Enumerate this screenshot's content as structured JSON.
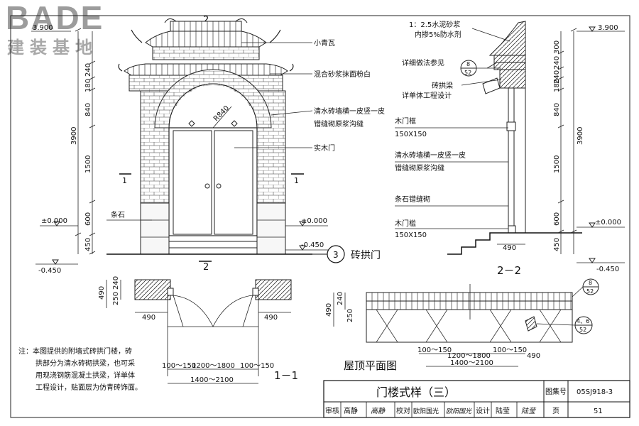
{
  "watermark": {
    "brand": "BADE",
    "subtitle": "建装基地"
  },
  "elevation": {
    "section_mark": "2",
    "section_line": "1",
    "levels": {
      "top": "3.900",
      "zero_left": "±0.000",
      "zero_right": "±0.000",
      "ground_left": "-0.450",
      "ground_right": "-0.450"
    },
    "dims_left": {
      "d240": "240",
      "d180": "180",
      "d840": "840",
      "d3900": "3900",
      "d1500": "1500",
      "d600": "600",
      "d450": "450"
    },
    "radius": "R840",
    "labels": {
      "small_tile": "小青瓦",
      "plaster": "混合砂浆抹面粉白",
      "brick_wall_1": "清水砖墙横一皮竖一皮",
      "brick_wall_2": "错缝砌原浆沟缝",
      "solid_door": "实木门",
      "stone": "条石"
    },
    "detail_no": "3",
    "detail_title": "砖拱门"
  },
  "section22": {
    "title": "2－2",
    "level_top": "3.900",
    "level_zero": "±0.000",
    "level_ground": "-0.450",
    "mortar_1": "1：2.5水泥砂浆",
    "mortar_2": "内掺5%防水剂",
    "see_detail": "详细做法参见",
    "ref_top": "8",
    "ref_bottom": "52",
    "arch_beam": "砖拱梁",
    "arch_beam_2": "详单体工程设计",
    "door_frame": "木门框",
    "door_frame_size": "150X150",
    "brick_wall_1": "清水砖墙横一皮竖一皮",
    "brick_wall_2": "错缝砌原浆沟缝",
    "stone": "条石错缝砌",
    "sill": "木门槛",
    "sill_size": "150X150",
    "dim_490": "490",
    "dims_right": {
      "d300": "300",
      "d240a": "240",
      "d240b": "240",
      "d180": "180",
      "d840": "840",
      "d3900": "3900",
      "d1500": "1500",
      "d600": "600",
      "d450": "450"
    }
  },
  "plan11": {
    "title": "1－1",
    "d490": "490",
    "d240": "240",
    "d250": "250",
    "w490a": "490",
    "w490b": "490",
    "d100a": "100～150",
    "d1200": "1200～1800",
    "d100b": "100～150",
    "d1400": "1400～2100"
  },
  "roofplan": {
    "title": "屋顶平面图",
    "d490": "490",
    "d240": "240",
    "d250": "250",
    "ref1_top": "8",
    "ref1_bottom": "52",
    "ref2_top": "4、6",
    "ref2_bottom": "52",
    "d100a": "100～150",
    "d1200": "1200～1800",
    "d100b": "100～150",
    "d490r": "490",
    "d1400": "1400～2100"
  },
  "note": {
    "line1": "注：本图提供的附墙式砖拱门楼，砖",
    "line2": "拱部分为清水砖砌拱梁，也可采",
    "line3": "用现浇钢筋混凝土拱梁，详单体",
    "line4": "工程设计，贴面层为仿青砖饰面。"
  },
  "titleblock": {
    "title": "门楼式样（三）",
    "atlas_label": "图集号",
    "atlas_no": "05SJ918-3",
    "review": "审核",
    "review_name": "高静",
    "review_sign": "高静",
    "check": "校对",
    "check_name": "欧阳国光",
    "check_sign": "欧阳国光",
    "design": "设计",
    "design_name": "陆莹",
    "design_sign": "陆莹",
    "page_label": "页",
    "page_no": "51"
  }
}
